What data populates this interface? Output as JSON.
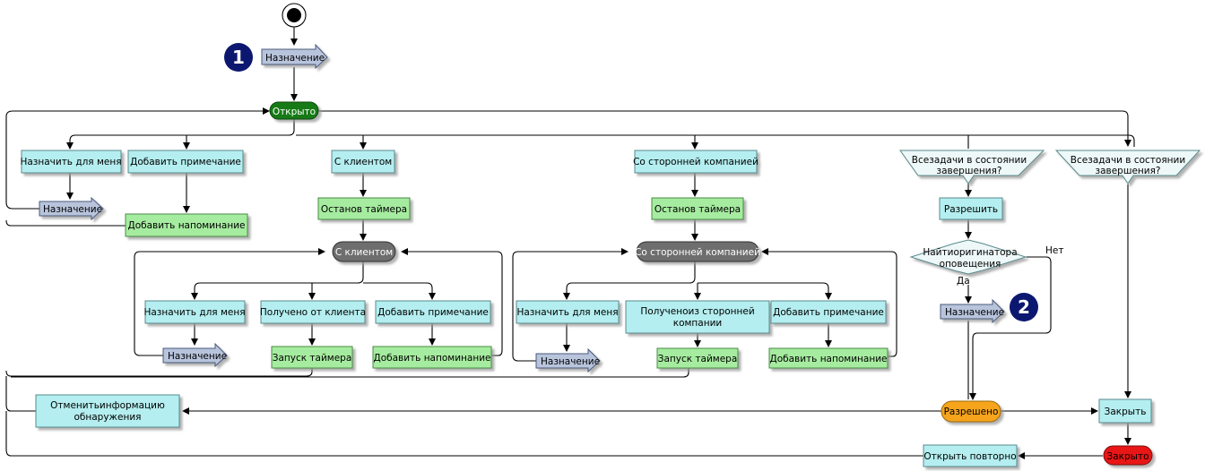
{
  "diagram": {
    "badges": {
      "one": "1",
      "two": "2"
    },
    "states": {
      "open": "Открыто",
      "with_client": "С клиентом",
      "with_third_party": "Со сторонней компанией",
      "resolved": "Разрешено",
      "closed": "Закрыто"
    },
    "signals": {
      "assign_top": "Назначение",
      "assign_left": "Назначение",
      "assign_client": "Назначение",
      "assign_third": "Назначение",
      "assign_resolve": "Назначение"
    },
    "actions": {
      "assign_to_me": "Назначить для меня",
      "add_note": "Добавить примечание",
      "add_reminder": "Добавить напоминание",
      "to_client": "С клиентом",
      "to_third_party": "Со сторонней компанией",
      "stop_timer_client": "Останов таймера",
      "stop_timer_third": "Останов таймера",
      "client_assign_to_me": "Назначить для меня",
      "received_from_client": "Получено от клиента",
      "client_add_note": "Добавить примечание",
      "start_timer_client": "Запуск таймера",
      "client_add_reminder": "Добавить напоминание",
      "third_assign_to_me": "Назначить для меня",
      "received_from_third_line1": "Полученоиз сторонней",
      "received_from_third_line2": "компании",
      "third_add_note": "Добавить примечание",
      "start_timer_third": "Запуск таймера",
      "third_add_reminder": "Добавить напоминание",
      "resolve": "Разрешить",
      "cancel_detection_line1": "Отменитьинформацию",
      "cancel_detection_line2": "обнаружения",
      "close": "Закрыть",
      "reopen": "Открыть повторно"
    },
    "decisions": {
      "all_tasks_1_line1": "Всезадачи в состоянии",
      "all_tasks_1_line2": "завершения?",
      "all_tasks_2_line1": "Всезадачи в состоянии",
      "all_tasks_2_line2": "завершения?",
      "find_originator_line1": "Найтиоригинатора",
      "find_originator_line2": "оповещения"
    },
    "edge_labels": {
      "yes": "Да",
      "no": "Нет"
    },
    "colors": {
      "action_cyan": "#b4eef0",
      "action_green": "#a6eca0",
      "signal": "#b8c4dc",
      "open_state": "#137a13",
      "gray_state": "#6e6e6e",
      "resolved_state": "#f6a41c",
      "closed_state": "#e81414",
      "badge": "#0c1870",
      "decision_fill": "#eef8f8"
    }
  }
}
